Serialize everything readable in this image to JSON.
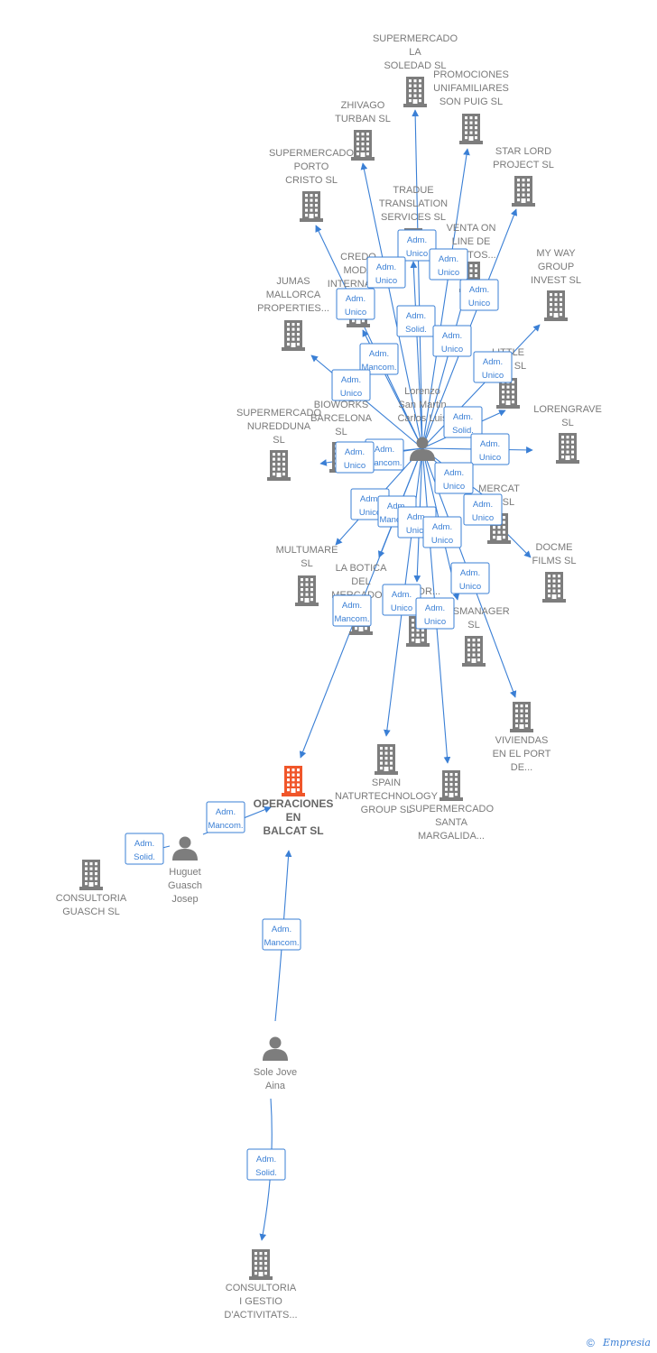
{
  "colors": {
    "edge": "#3a7fd5",
    "building": "#7d7d7d",
    "focus_building": "#f0562a",
    "person": "#7d7d7d"
  },
  "nodes": [
    {
      "id": "lorenzo",
      "type": "person",
      "lines": [
        "Lorenzo",
        "San Martin",
        "Carlos Luis"
      ]
    },
    {
      "id": "soledad",
      "type": "company",
      "lines": [
        "SUPERMERCADO",
        "LA",
        "SOLEDAD  SL"
      ]
    },
    {
      "id": "promociones",
      "type": "company",
      "lines": [
        "PROMOCIONES",
        "UNIFAMILIARES",
        "SON PUIG SL"
      ]
    },
    {
      "id": "zhivago",
      "type": "company",
      "lines": [
        "ZHIVAGO",
        "TURBAN SL"
      ]
    },
    {
      "id": "starlord",
      "type": "company",
      "lines": [
        "STAR LORD",
        "PROJECT  SL"
      ]
    },
    {
      "id": "portocristo",
      "type": "company",
      "lines": [
        "SUPERMERCADO",
        "PORTO",
        "CRISTO  SL"
      ]
    },
    {
      "id": "tradue",
      "type": "company",
      "lines": [
        "TRADUE",
        "TRANSLATION",
        "SERVICES SL"
      ]
    },
    {
      "id": "ventaonline",
      "type": "company",
      "lines": [
        "VENTA ON",
        "LINE DE",
        "...ESTOS..."
      ]
    },
    {
      "id": "credo",
      "type": "company",
      "lines": [
        "CREDO",
        "MODA",
        "INTERNACI..."
      ]
    },
    {
      "id": "myway",
      "type": "company",
      "lines": [
        "MY WAY",
        "GROUP",
        "INVEST SL"
      ]
    },
    {
      "id": "jumas",
      "type": "company",
      "lines": [
        "JUMAS",
        "MALLORCA",
        "PROPERTIES..."
      ]
    },
    {
      "id": "little",
      "type": "company",
      "lines": [
        "LITTLE",
        "C...A  SL"
      ]
    },
    {
      "id": "bioworks",
      "type": "company",
      "lines": [
        "BIOWORKS",
        "BARCELONA",
        "SL"
      ]
    },
    {
      "id": "lorengrave",
      "type": "company",
      "lines": [
        "LORENGRAVE",
        "SL"
      ]
    },
    {
      "id": "nuredduna",
      "type": "company",
      "lines": [
        "SUPERMERCADO",
        "NUREDDUNA",
        "SL"
      ]
    },
    {
      "id": "mercat",
      "type": "company",
      "lines": [
        "MERCAT",
        "...O  SL"
      ]
    },
    {
      "id": "multumare",
      "type": "company",
      "lines": [
        "MULTUMARE",
        "SL"
      ]
    },
    {
      "id": "docme",
      "type": "company",
      "lines": [
        "DOCME",
        "FILMS  SL"
      ]
    },
    {
      "id": "labotica",
      "type": "company",
      "lines": [
        "LA BOTICA",
        "DEL",
        "MERCADO..."
      ]
    },
    {
      "id": "scor",
      "type": "company",
      "lines": [
        "...SCOR..."
      ]
    },
    {
      "id": "esmanager",
      "type": "company",
      "lines": [
        "...ESMANAGER",
        "SL"
      ]
    },
    {
      "id": "viviendas",
      "type": "company",
      "lines": [
        "VIVIENDAS",
        "EN EL PORT",
        "DE..."
      ]
    },
    {
      "id": "spain",
      "type": "company",
      "lines": [
        "SPAIN",
        "NATURTECHNOLOGY",
        "GROUP SL"
      ]
    },
    {
      "id": "santamargalida",
      "type": "company",
      "lines": [
        "SUPERMERCADO",
        "SANTA",
        "MARGALIDA..."
      ]
    },
    {
      "id": "balcat",
      "type": "company",
      "focus": true,
      "lines": [
        "OPERACIONES",
        "EN",
        "BALCAT  SL"
      ]
    },
    {
      "id": "huguet",
      "type": "person",
      "lines": [
        "Huguet",
        "Guasch",
        "Josep"
      ]
    },
    {
      "id": "guasch",
      "type": "company",
      "lines": [
        "CONSULTORIA",
        "GUASCH SL"
      ]
    },
    {
      "id": "sole",
      "type": "person",
      "lines": [
        "Sole Jove",
        "Aina"
      ]
    },
    {
      "id": "gestio",
      "type": "company",
      "lines": [
        "CONSULTORIA",
        "I GESTIO",
        "D'ACTIVITATS..."
      ]
    }
  ],
  "edges": [
    {
      "from": "lorenzo",
      "to": "soledad",
      "label": [
        "Adm.",
        "Unico"
      ]
    },
    {
      "from": "lorenzo",
      "to": "promociones",
      "label": [
        "Adm.",
        "Unico"
      ]
    },
    {
      "from": "lorenzo",
      "to": "zhivago",
      "label": [
        "Adm.",
        "Unico"
      ]
    },
    {
      "from": "lorenzo",
      "to": "starlord",
      "label": [
        "Adm.",
        "Unico"
      ]
    },
    {
      "from": "lorenzo",
      "to": "portocristo",
      "label": [
        "Adm.",
        "Unico"
      ]
    },
    {
      "from": "lorenzo",
      "to": "tradue",
      "label": [
        "Adm.",
        "Solid."
      ]
    },
    {
      "from": "lorenzo",
      "to": "ventaonline",
      "label": [
        "Adm.",
        "Unico"
      ]
    },
    {
      "from": "lorenzo",
      "to": "credo",
      "label": [
        "Adm.",
        "Mancom."
      ]
    },
    {
      "from": "lorenzo",
      "to": "myway",
      "label": [
        "Adm.",
        "Unico"
      ]
    },
    {
      "from": "lorenzo",
      "to": "jumas",
      "label": [
        "Adm.",
        "Unico"
      ]
    },
    {
      "from": "lorenzo",
      "to": "little",
      "label": [
        "Adm.",
        "Solid."
      ]
    },
    {
      "from": "lorenzo",
      "to": "bioworks",
      "label": [
        "Adm.",
        "Mancom."
      ]
    },
    {
      "from": "lorenzo",
      "to": "lorengrave",
      "label": [
        "Adm.",
        "Unico"
      ]
    },
    {
      "from": "lorenzo",
      "to": "nuredduna",
      "label": [
        "Adm.",
        "Unico"
      ]
    },
    {
      "from": "lorenzo",
      "to": "mercat",
      "label": [
        "Adm.",
        "Unico"
      ]
    },
    {
      "from": "lorenzo",
      "to": "multumare",
      "label": [
        "Adm.",
        "Unico"
      ]
    },
    {
      "from": "lorenzo",
      "to": "docme",
      "label": [
        "Adm.",
        "Unico"
      ]
    },
    {
      "from": "lorenzo",
      "to": "labotica",
      "label": [
        "Adm.",
        "Mancom."
      ]
    },
    {
      "from": "lorenzo",
      "to": "scor",
      "label": [
        "Adm.",
        "Unico"
      ]
    },
    {
      "from": "lorenzo",
      "to": "esmanager",
      "label": [
        "Adm.",
        "Unico"
      ]
    },
    {
      "from": "lorenzo",
      "to": "viviendas",
      "label": [
        "Adm.",
        "Unico"
      ]
    },
    {
      "from": "lorenzo",
      "to": "spain",
      "label": [
        "Adm.",
        "Unico"
      ]
    },
    {
      "from": "lorenzo",
      "to": "santamargalida",
      "label": [
        "Adm.",
        "Unico"
      ]
    },
    {
      "from": "lorenzo",
      "to": "balcat",
      "label": [
        "Adm.",
        "Mancom."
      ]
    },
    {
      "from": "huguet",
      "to": "balcat",
      "label": [
        "Adm.",
        "Mancom."
      ]
    },
    {
      "from": "huguet",
      "to": "guasch",
      "label": [
        "Adm.",
        "Solid."
      ]
    },
    {
      "from": "sole",
      "to": "balcat",
      "label": [
        "Adm.",
        "Mancom."
      ]
    },
    {
      "from": "sole",
      "to": "gestio",
      "label": [
        "Adm.",
        "Solid."
      ]
    }
  ],
  "brand": {
    "copyright": "©",
    "name": "Empresia"
  }
}
